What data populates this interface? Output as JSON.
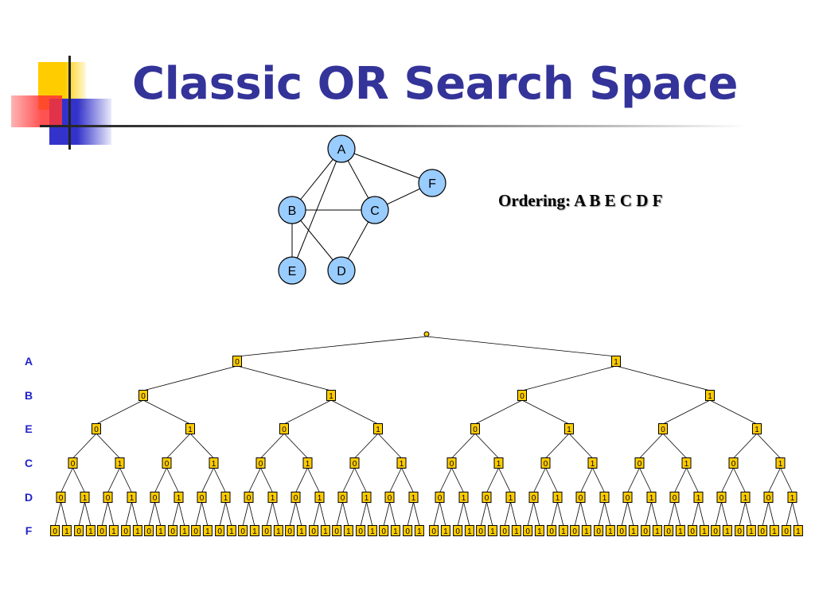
{
  "slide": {
    "title": "Classic OR Search Space",
    "ordering": "Ordering: A B E C D F"
  },
  "graph": {
    "nodes": [
      {
        "id": "A",
        "label": "A"
      },
      {
        "id": "F",
        "label": "F"
      },
      {
        "id": "B",
        "label": "B"
      },
      {
        "id": "C",
        "label": "C"
      },
      {
        "id": "E",
        "label": "E"
      },
      {
        "id": "D",
        "label": "D"
      }
    ],
    "edges": [
      [
        "A",
        "B"
      ],
      [
        "A",
        "C"
      ],
      [
        "A",
        "F"
      ],
      [
        "A",
        "E"
      ],
      [
        "B",
        "C"
      ],
      [
        "B",
        "E"
      ],
      [
        "B",
        "D"
      ],
      [
        "C",
        "D"
      ],
      [
        "C",
        "F"
      ]
    ]
  },
  "tree": {
    "levels": [
      "A",
      "B",
      "E",
      "C",
      "D",
      "F"
    ],
    "values": [
      "0",
      "1"
    ]
  },
  "colors": {
    "title": "#333399",
    "level_label": "#2222cc",
    "graph_node_fill": "#99ccff",
    "tree_node_fill": "#ffcc00",
    "deco_yellow": "#ffcc00",
    "deco_blue": "#3333cc",
    "deco_red": "#ff3333"
  }
}
